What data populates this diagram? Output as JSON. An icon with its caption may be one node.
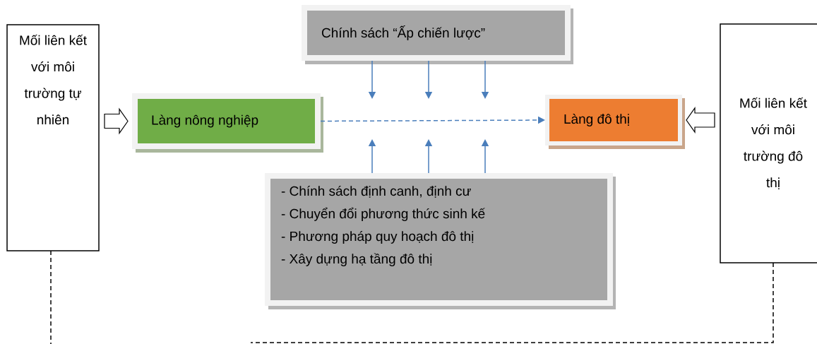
{
  "diagram": {
    "nodes": [
      {
        "text": [
          "Mối liên kết với môi trường tự nhiên"
        ]
      },
      {
        "text": [
          "Chính sách “Ấp chiến lược”"
        ]
      },
      {
        "text": [
          "Làng nông nghiệp"
        ]
      },
      {
        "text": [
          "Làng đô thị"
        ]
      },
      {
        "text": [
          "Mối liên kết với môi trường đô thị"
        ]
      },
      {
        "text": [
          "- Chính sách định canh, định cư",
          "- Chuyển đổi phương thức sinh kế",
          "- Phương pháp quy hoạch đô thị",
          "- Xây dựng hạ tầng đô thị"
        ]
      }
    ],
    "edges": [
      {
        "from": 0,
        "to": 2,
        "arrow": "to",
        "color": "#000000"
      },
      {
        "from": 4,
        "to": 3,
        "arrow": "to",
        "color": "#000000"
      },
      {
        "from": 2,
        "to": 3,
        "arrow": "to",
        "style": "dashed"
      },
      {
        "from": 1,
        "to": null,
        "arrow": "to"
      },
      {
        "from": 1,
        "to": null,
        "arrow": "to"
      },
      {
        "from": 1,
        "to": null,
        "arrow": "to"
      },
      {
        "from": 5,
        "to": null,
        "arrow": "to"
      },
      {
        "from": 5,
        "to": null,
        "arrow": "to"
      },
      {
        "from": 5,
        "to": null,
        "arrow": "to"
      },
      {
        "from": 0,
        "to": null,
        "arrow": "none",
        "style": "dashed",
        "color": "#000000"
      },
      {
        "from": 4,
        "to": null,
        "arrow": "none",
        "style": "dashed",
        "color": "#000000"
      }
    ]
  }
}
